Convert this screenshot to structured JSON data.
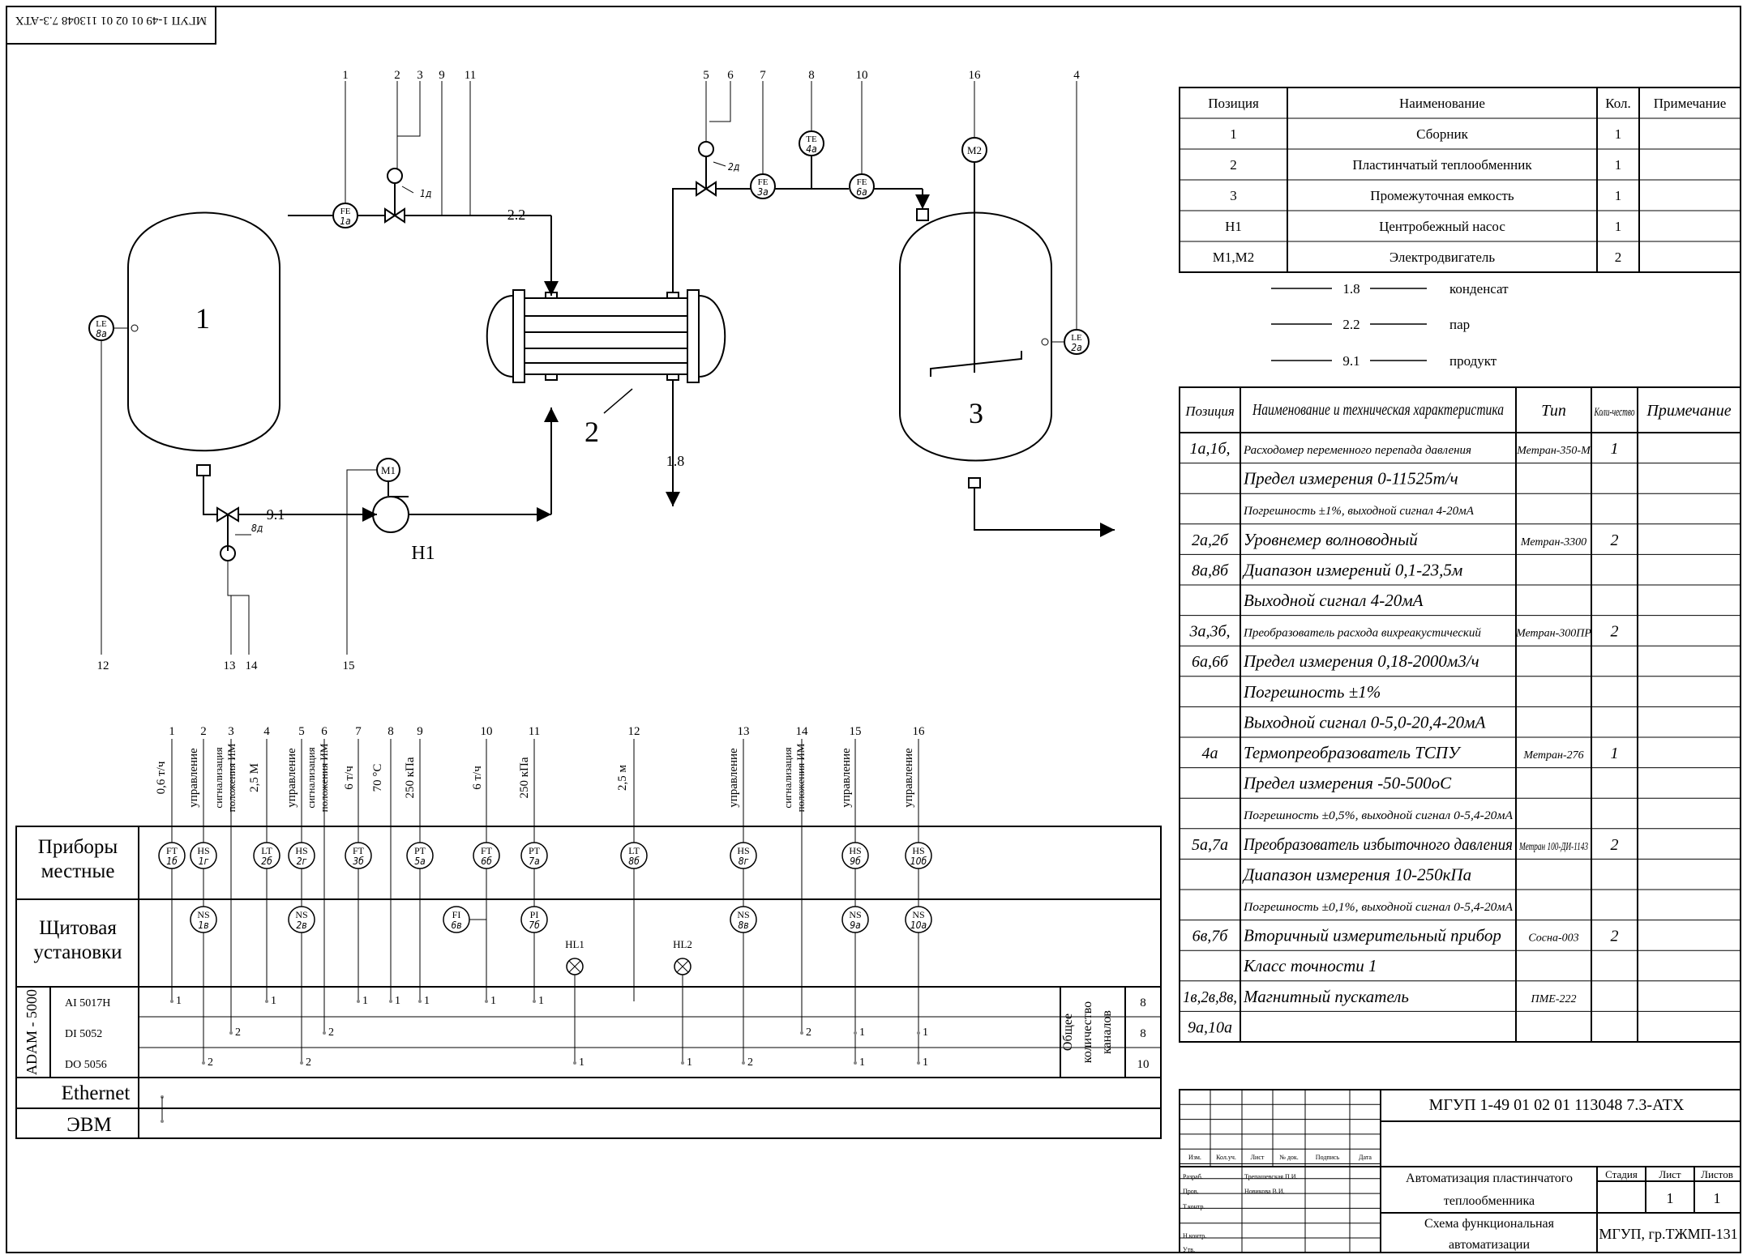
{
  "stamp": "МГУП 1-49 01 02 01 113048 7.3-АТХ",
  "process": {
    "line_numbers": [
      "1",
      "2",
      "3",
      "9",
      "11",
      "5",
      "6",
      "7",
      "8",
      "10",
      "16",
      "4",
      "12",
      "13",
      "14",
      "15"
    ],
    "equipment_labels": {
      "v1": "1",
      "hx": "2",
      "v3": "3",
      "pump": "Н1"
    },
    "flow_labels": {
      "f22": "2.2",
      "f91": "9.1",
      "f18": "1.8"
    },
    "instruments": {
      "fe1a": [
        "FE",
        "1а"
      ],
      "fe3a": [
        "FE",
        "3а"
      ],
      "te4a": [
        "TE",
        "4а"
      ],
      "fe6a": [
        "FE",
        "6а"
      ],
      "le8a": [
        "LE",
        "8а"
      ],
      "le2a": [
        "LE",
        "2а"
      ],
      "m1": "М1",
      "m2": "М2"
    },
    "actuator_tags": {
      "a1": "1д",
      "a2": "2д",
      "a8": "8д"
    }
  },
  "legend": [
    {
      "code": "1.8",
      "name": "конденсат"
    },
    {
      "code": "2.2",
      "name": "пар"
    },
    {
      "code": "9.1",
      "name": "продукт"
    }
  ],
  "equipment_table": {
    "headers": [
      "Позиция",
      "Наименование",
      "Кол.",
      "Примечание"
    ],
    "rows": [
      [
        "1",
        "Сборник",
        "1",
        ""
      ],
      [
        "2",
        "Пластинчатый теплообменник",
        "1",
        ""
      ],
      [
        "3",
        "Промежуточная емкость",
        "1",
        ""
      ],
      [
        "Н1",
        "Центробежный насос",
        "1",
        ""
      ],
      [
        "М1,М2",
        "Электродвигатель",
        "2",
        ""
      ]
    ]
  },
  "instrument_table": {
    "headers": [
      "Позиция",
      "Наименование и техническая характеристика",
      "Тип",
      "Коли-чество",
      "Примечание"
    ],
    "rows": [
      [
        "1а,1б,",
        "Расходомер переменного перепада давления",
        "Метран-350-М",
        "1",
        ""
      ],
      [
        "",
        "Предел измерения 0-11525т/ч",
        "",
        "",
        ""
      ],
      [
        "",
        "Погрешность ±1%, выходной сигнал 4-20мА",
        "",
        "",
        ""
      ],
      [
        "2а,2б",
        "Уровнемер волноводный",
        "Метран-3300",
        "2",
        ""
      ],
      [
        "8а,8б",
        "Диапазон измерений 0,1-23,5м",
        "",
        "",
        ""
      ],
      [
        "",
        "Выходной сигнал 4-20мА",
        "",
        "",
        ""
      ],
      [
        "3а,3б,",
        "Преобразователь расхода вихреакустический",
        "Метран-300ПР",
        "2",
        ""
      ],
      [
        "6а,6б",
        "Предел измерения 0,18-2000м3/ч",
        "",
        "",
        ""
      ],
      [
        "",
        "Погрешность ±1%",
        "",
        "",
        ""
      ],
      [
        "",
        "Выходной сигнал 0-5,0-20,4-20мА",
        "",
        "",
        ""
      ],
      [
        "4а",
        "Термопреобразователь ТСПУ",
        "Метран-276",
        "1",
        ""
      ],
      [
        "",
        "Предел измерения -50-500оС",
        "",
        "",
        ""
      ],
      [
        "",
        "Погрешность ±0,5%, выходной сигнал 0-5,4-20мА",
        "",
        "",
        ""
      ],
      [
        "5а,7а",
        "Преобразователь избыточного давления",
        "Метран 100-ДИ-1143",
        "2",
        ""
      ],
      [
        "",
        "Диапазон измерения 10-250кПа",
        "",
        "",
        ""
      ],
      [
        "",
        "Погрешность ±0,1%, выходной сигнал 0-5,4-20мА",
        "",
        "",
        ""
      ],
      [
        "6в,7б",
        "Вторичный измерительный прибор",
        "Сосна-003",
        "2",
        ""
      ],
      [
        "",
        "Класс точности 1",
        "",
        "",
        ""
      ],
      [
        "1в,2в,8в,",
        "Магнитный пускатель",
        "ПМЕ-222",
        "",
        ""
      ],
      [
        "9а,10а",
        "",
        "",
        "",
        ""
      ]
    ]
  },
  "control_scheme": {
    "row_labels": {
      "local": "Приборы местные",
      "panel": "Щитовая установки",
      "adam": "ADAM - 5000",
      "ethernet": "Ethernet",
      "pc": "ЭВМ"
    },
    "modules": [
      "AI 5017H",
      "DI 5052",
      "DO 5056"
    ],
    "totals_label": "Общее количество каналов",
    "totals": [
      "8",
      "8",
      "10"
    ],
    "column_numbers": [
      "1",
      "2",
      "3",
      "4",
      "5",
      "6",
      "7",
      "8",
      "9",
      "10",
      "11",
      "12",
      "13",
      "14",
      "15",
      "16"
    ],
    "column_params": [
      "0,6 т/ч",
      "управление",
      "сигнализация положения ИМ",
      "2,5 М",
      "управление",
      "сигнализация положения ИМ",
      "6 т/ч",
      "70 °С",
      "250 кПа",
      "6 т/ч",
      "250 кПа",
      "2,5 м",
      "управление",
      "сигнализация положения ИМ",
      "управление",
      "управление"
    ],
    "local_instruments": [
      [
        "FT",
        "1б"
      ],
      [
        "HS",
        "1г"
      ],
      [
        "LT",
        "2б"
      ],
      [
        "HS",
        "2г"
      ],
      [
        "FT",
        "3б"
      ],
      [
        "PT",
        "5а"
      ],
      [
        "FT",
        "6б"
      ],
      [
        "PT",
        "7а"
      ],
      [
        "LT",
        "8б"
      ],
      [
        "HS",
        "8г"
      ],
      [
        "HS",
        "9б"
      ],
      [
        "HS",
        "10б"
      ]
    ],
    "panel_instruments": [
      [
        "NS",
        "1в"
      ],
      [
        "NS",
        "2в"
      ],
      [
        "FI",
        "6в"
      ],
      [
        "PI",
        "7б"
      ],
      [
        "NS",
        "8в"
      ],
      [
        "NS",
        "9а"
      ],
      [
        "NS",
        "10а"
      ]
    ],
    "lamps": [
      "HL1",
      "HL2"
    ],
    "channel_marks": [
      "1",
      "1",
      "1",
      "1",
      "1",
      "1",
      "1",
      "2",
      "2",
      "2",
      "1",
      "1",
      "2",
      "2",
      "1",
      "1",
      "2",
      "1",
      "1"
    ]
  },
  "title_block": {
    "code": "МГУП 1-49 01 02 01 113048 7.3-АТХ",
    "small_headers": [
      "Изм.",
      "Кол.уч.",
      "Лист",
      "№ док.",
      "Подпись",
      "Дата"
    ],
    "roles": [
      "Разраб.",
      "Пров.",
      "Т.контр.",
      "Н.контр.",
      "Утв."
    ],
    "people": [
      "Трепашевская П.И.",
      "Новикова В.И."
    ],
    "title1": "Автоматизация пластинчатого теплообменника",
    "stage_headers": [
      "Стадия",
      "Лист",
      "Листов"
    ],
    "sheet": "1",
    "sheets": "1",
    "title2": "Схема функциональная автоматизации",
    "org": "МГУП, гр.ТЖМП-131"
  }
}
